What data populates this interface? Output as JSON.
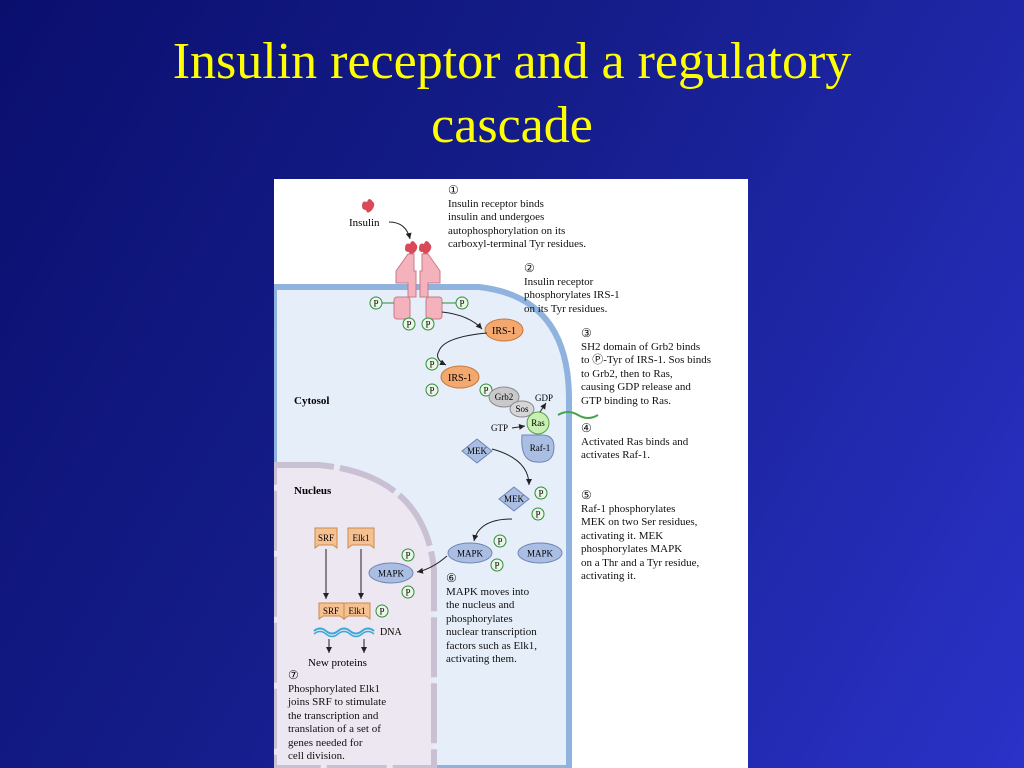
{
  "slide": {
    "title_line1": "Insulin receptor and a regulatory",
    "title_line2": "cascade"
  },
  "figure": {
    "labels": {
      "insulin": "Insulin",
      "cytosol": "Cytosol",
      "nucleus": "Nucleus",
      "irs1": "IRS-1",
      "grb2": "Grb2",
      "sos": "Sos",
      "gdp": "GDP",
      "gtp": "GTP",
      "ras": "Ras",
      "raf1": "Raf-1",
      "mek": "MEK",
      "mapk": "MAPK",
      "srf": "SRF",
      "elk1": "Elk1",
      "dna": "DNA",
      "new_proteins": "New proteins",
      "p": "P"
    },
    "steps": [
      {
        "num": "①",
        "text": "Insulin receptor binds\ninsulin and undergoes\nautophosphorylation on its\ncarboxyl-terminal Tyr residues."
      },
      {
        "num": "②",
        "text": "Insulin receptor\nphosphorylates IRS-1\non its Tyr residues."
      },
      {
        "num": "③",
        "text": "SH2 domain of Grb2 binds\nto Ⓟ-Tyr of IRS-1. Sos binds\nto Grb2, then to Ras,\ncausing GDP release and\nGTP binding to Ras."
      },
      {
        "num": "④",
        "text": "Activated Ras binds and\nactivates Raf-1."
      },
      {
        "num": "⑤",
        "text": "Raf-1 phosphorylates\nMEK on two Ser residues,\nactivating it. MEK\nphosphorylates MAPK\non a Thr and a Tyr residue,\nactivating it."
      },
      {
        "num": "⑥",
        "text": "MAPK moves into\nthe nucleus and\nphosphorylates\nnuclear transcription\nfactors such as Elk1,\nactivating them."
      },
      {
        "num": "⑦",
        "text": "Phosphorylated Elk1\njoins SRF to stimulate\nthe transcription and\ntranslation of a set of\ngenes needed for\ncell division."
      }
    ],
    "colors": {
      "membrane": "#8fb2de",
      "cytosol": "#e6eef9",
      "nucleus": "#ece7f0",
      "receptor": "#f4b2bc",
      "insulin": "#d84a5a",
      "irs1": "#f2a86e",
      "kinase": "#a9bee2",
      "transcription_factor": "#f6c191",
      "phosphate": "#eaf7e6",
      "phosphate_stroke": "#2f8a3a",
      "dna": "#3ba8d8"
    }
  }
}
